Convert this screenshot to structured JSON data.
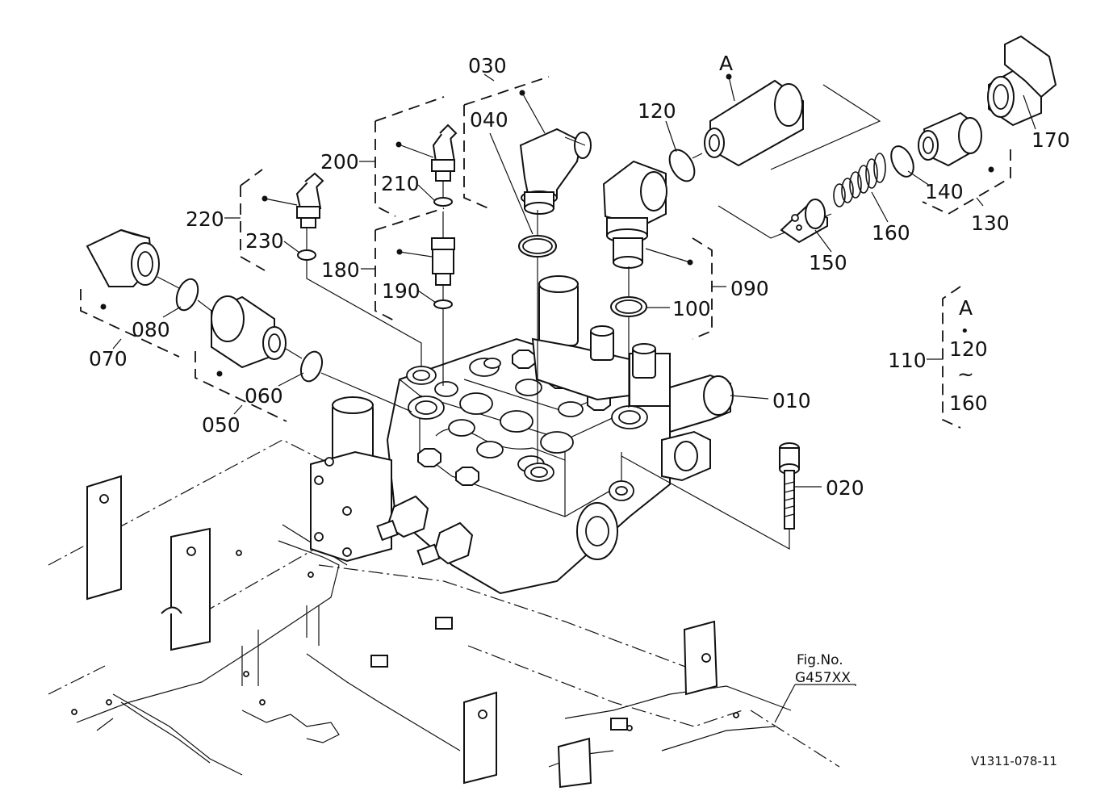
{
  "callouts": {
    "c010": "010",
    "c020": "020",
    "c030": "030",
    "c040": "040",
    "c050": "050",
    "c060": "060",
    "c070": "070",
    "c080": "080",
    "c090": "090",
    "c100": "100",
    "c110": "110",
    "c120": "120",
    "c130": "130",
    "c140": "140",
    "c150": "150",
    "c160": "160",
    "c170": "170",
    "c180": "180",
    "c190": "190",
    "c200": "200",
    "c210": "210",
    "c220": "220",
    "c230": "230",
    "detail_ref": "A"
  },
  "legend_110": {
    "ref": "A",
    "separator": "•",
    "from": "120",
    "tilde": "~",
    "to": "160"
  },
  "fig_ref": {
    "label": "Fig.No.",
    "number": "G457XX"
  },
  "drawing_code": "V1311-078-11"
}
